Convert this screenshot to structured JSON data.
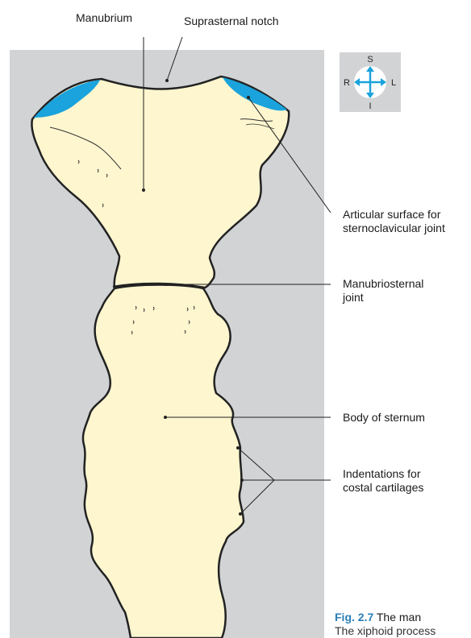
{
  "labels": {
    "manubrium": "Manubrium",
    "suprasternal_notch": "Suprasternal notch",
    "articular_surface_line1": "Articular surface for",
    "articular_surface_line2": "sternoclavicular joint",
    "manubriosternal_line1": "Manubriosternal",
    "manubriosternal_line2": "joint",
    "body_of_sternum": "Body of sternum",
    "indentations_line1": "Indentations for",
    "indentations_line2": "costal cartilages"
  },
  "orientation": {
    "superior": "S",
    "inferior": "I",
    "right": "R",
    "left": "L"
  },
  "caption": {
    "figure_number": "Fig. 2.7",
    "text_line1": "The man",
    "text_line2": "The xiphoid process"
  },
  "colors": {
    "background_panel": "#d2d3d5",
    "bone_fill": "#fdf6cf",
    "articular_surface": "#1aa3dc",
    "orientation_arrows": "#1aa3dc"
  }
}
